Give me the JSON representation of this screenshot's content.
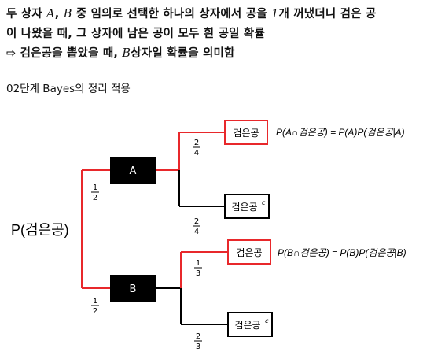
{
  "intro": {
    "line1_a": "두 상자 ",
    "var_a": "A",
    "line1_b": ", ",
    "var_b": "B",
    "line1_c": " 중 임의로 선택한 하나의 상자에서 공을 ",
    "num_one": "1",
    "line1_d": "개 꺼냈더니 검은 공",
    "line2": "이 나왔을 때, 그 상자에 남은 공이 모두 흰 공일 확률",
    "line3_arrow": "⇨",
    "line3_a": " 검은공을 뽑았을 때, ",
    "line3_var": "B",
    "line3_b": "상자일 확률을 의미함"
  },
  "step_label": "02단계 Bayes의 정리 적용",
  "tree": {
    "root": "P(검은공)",
    "box_a": "A",
    "box_b": "B",
    "prob_a": {
      "num": "1",
      "den": "2"
    },
    "prob_b": {
      "num": "1",
      "den": "2"
    },
    "a_black": {
      "label": "검은공",
      "num": "2",
      "den": "4"
    },
    "a_white": {
      "label": "검은공",
      "sup": "c",
      "num": "2",
      "den": "4"
    },
    "b_black": {
      "label": "검은공",
      "num": "1",
      "den": "3"
    },
    "b_white": {
      "label": "검은공",
      "sup": "c",
      "num": "2",
      "den": "3"
    },
    "eq_a": "P(A∩검은공) = P(A)P(검은공|A)",
    "eq_b": "P(B∩검은공) = P(B)P(검은공|B)"
  },
  "colors": {
    "red": "#e8282b",
    "black": "#000000"
  }
}
